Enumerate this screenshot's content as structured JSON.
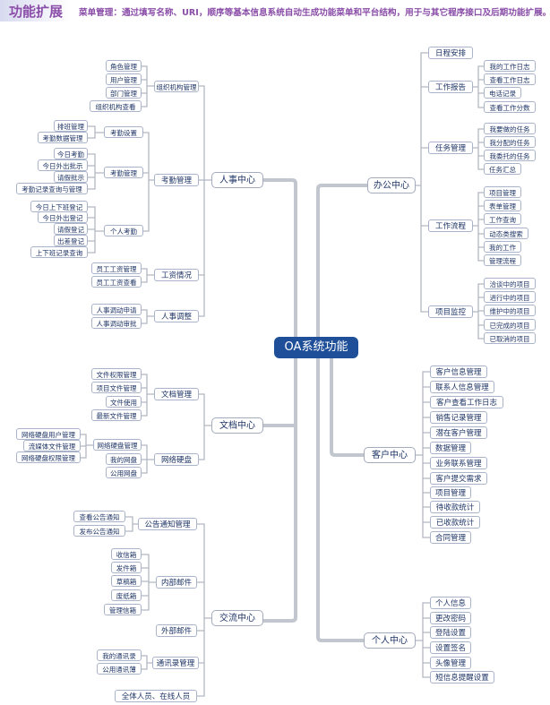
{
  "header": {
    "title": "功能扩展",
    "description": "菜单管理：通过填写名称、URI，顺序等基本信息系统自动生成功能菜单和平台结构，用于与其它程序接口及后期功能扩展。"
  },
  "root": "OA系统功能",
  "left": {
    "hr": {
      "label": "人事中心",
      "org": {
        "label": "组织机构管理",
        "items": [
          "角色管理",
          "用户管理",
          "部门管理",
          "组织机构查看"
        ]
      },
      "attendance": {
        "label": "考勤管理",
        "settings": {
          "label": "考勤设置",
          "items": [
            "排班管理",
            "考勤数据管理"
          ]
        },
        "manage": {
          "label": "考勤管理",
          "items": [
            "今日考勤",
            "今日外出批示",
            "请假批示",
            "考勤记录查询与管理"
          ]
        },
        "personal": {
          "label": "个人考勤",
          "items": [
            "今日上下班登记",
            "今日外出登记",
            "请假登记",
            "出差登记",
            "上下班记录查询"
          ]
        }
      },
      "salary": {
        "label": "工资情况",
        "items": [
          "员工工资管理",
          "员工工资查看"
        ]
      },
      "transfer": {
        "label": "人事调整",
        "items": [
          "人事调动申请",
          "人事调动审批"
        ]
      }
    },
    "docs": {
      "label": "文档中心",
      "docmgmt": {
        "label": "文档管理",
        "items": [
          "文件权限管理",
          "项目文件管理",
          "文件使用",
          "最新文件管理"
        ]
      },
      "netdisk": {
        "label": "网络硬盘",
        "netmgmt": {
          "label": "网络硬盘管理",
          "items": [
            "网络硬盘用户管理",
            "流媒体文件管理",
            "网络硬盘权限管理"
          ]
        },
        "items": [
          "我的网盘",
          "公用网盘"
        ]
      }
    },
    "comm": {
      "label": "交流中心",
      "notice": {
        "label": "公告通知管理",
        "items": [
          "查看公告通知",
          "发布公告通知"
        ]
      },
      "mail": {
        "label": "内部邮件",
        "items": [
          "收信箱",
          "发件箱",
          "草稿箱",
          "废纸箱",
          "管理信箱"
        ]
      },
      "extmail": {
        "label": "外部邮件"
      },
      "contacts": {
        "label": "通讯录管理",
        "items": [
          "我的通讯录",
          "公用通讯薄"
        ]
      },
      "online": {
        "label": "全体人员、在线人员"
      }
    }
  },
  "right": {
    "office": {
      "label": "办公中心",
      "schedule": {
        "label": "日程安排"
      },
      "report": {
        "label": "工作报告",
        "items": [
          "我的工作日志",
          "查看工作日志",
          "电话记录",
          "查看工作分数"
        ]
      },
      "tasks": {
        "label": "任务管理",
        "items": [
          "我要做的任务",
          "我分配的任务",
          "我委托的任务",
          "任务汇总"
        ]
      },
      "flow": {
        "label": "工作流程",
        "items": [
          "项目管理",
          "表单管理",
          "工作查询",
          "动态类搜索",
          "我的工作",
          "管理流程"
        ]
      },
      "monitor": {
        "label": "项目监控",
        "items": [
          "洽谈中的项目",
          "进行中的项目",
          "维护中的项目",
          "已完成的项目",
          "已取消的项目"
        ]
      }
    },
    "customer": {
      "label": "客户中心",
      "items": [
        "客户信息管理",
        "联系人信息管理",
        "客户查看工作日志",
        "销售记录管理",
        "潜在客户管理",
        "数据管理",
        "业务联系管理",
        "客户提交需求",
        "项目管理",
        "待收款统计",
        "已收款统计",
        "合同管理"
      ]
    },
    "personal": {
      "label": "个人中心",
      "items": [
        "个人信息",
        "更改密码",
        "登陆设置",
        "设置签名",
        "头像管理",
        "短信息提醒设置"
      ]
    }
  }
}
